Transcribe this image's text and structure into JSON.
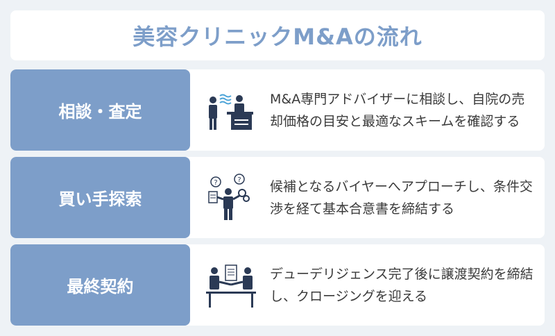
{
  "title": "美容クリニックM&Aの流れ",
  "steps": [
    {
      "label": "相談・査定",
      "icon": "consultation-icon",
      "description": "M&A専門アドバイザーに相談し、自院の売却価格の目安と最適なスキームを確認する"
    },
    {
      "label": "買い手探索",
      "icon": "buyer-search-icon",
      "description": "候補となるバイヤーへアプローチし、条件交渉を経て基本合意書を締結する"
    },
    {
      "label": "最終契約",
      "icon": "contract-handshake-icon",
      "description": "デューデリジェンス完了後に譲渡契約を締結し、クロージングを迎える"
    }
  ],
  "colors": {
    "accent": "#7d9ec9",
    "background": "#eef2f6",
    "icon": "#2b3a55",
    "icon_accent": "#4aa3d8"
  }
}
